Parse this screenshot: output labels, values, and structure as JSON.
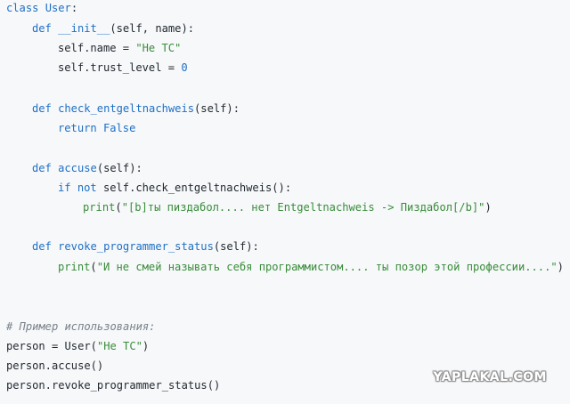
{
  "code": {
    "l1": {
      "kw": "class",
      "name": "User",
      "tail": ":"
    },
    "l2": {
      "kw": "def",
      "name": "__init__",
      "tail": "(self, name):"
    },
    "l3": {
      "a": "self.name = ",
      "s": "\"Не TC\""
    },
    "l4": {
      "a": "self.trust_level = ",
      "n": "0"
    },
    "l6": {
      "kw": "def",
      "name": "check_entgeltnachweis",
      "tail": "(self):"
    },
    "l7": {
      "kw": "return",
      "v": "False"
    },
    "l9": {
      "kw": "def",
      "name": "accuse",
      "tail": "(self):"
    },
    "l10": {
      "kw1": "if",
      "kw2": "not",
      "rest": "self.check_entgeltnachweis():"
    },
    "l11": {
      "fn": "print",
      "open": "(",
      "s": "\"[b]ты пиздабол.... нет Entgeltnachweis -> Пиздабол[/b]\"",
      "close": ")"
    },
    "l13": {
      "kw": "def",
      "name": "revoke_programmer_status",
      "tail": "(self):"
    },
    "l14": {
      "fn": "print",
      "open": "(",
      "s": "\"И не смей называть себя программистом.... ты позор этой профессии....\"",
      "close": ")"
    },
    "l17": {
      "comment": "# Пример использования:"
    },
    "l18": {
      "a": "person = User(",
      "s": "\"Не TC\"",
      "close": ")"
    },
    "l19": {
      "a": "person.accuse()"
    },
    "l20": {
      "a": "person.revoke_programmer_status()"
    }
  },
  "watermark": "YAPLAKAL.COM",
  "colors": {
    "keyword": "#1f6fc4",
    "string": "#3a8c3a",
    "comment": "#7a828a",
    "text": "#24292f",
    "background": "#f6f8fa"
  }
}
